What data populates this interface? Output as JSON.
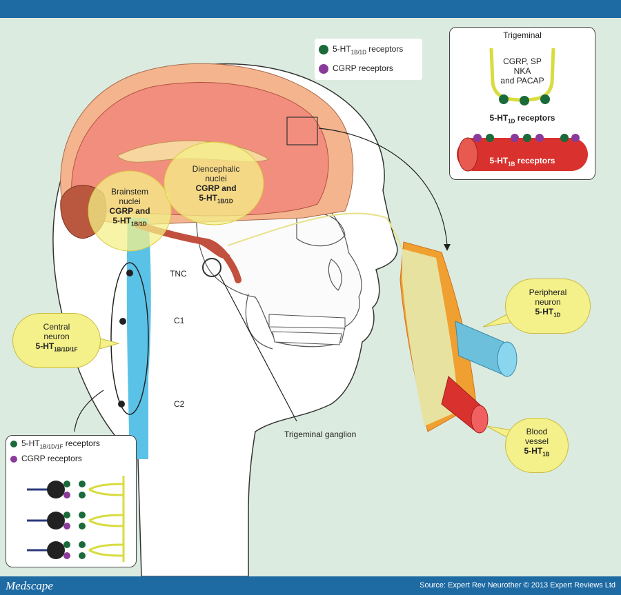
{
  "colors": {
    "header_bar": "#1e6aa3",
    "background": "#dcebdf",
    "receptor_5ht": "#1a6a3a",
    "receptor_cgrp": "#8a3a9a",
    "vessel": "#d9322e",
    "spinal_cord": "#5bc2e7",
    "callout": "#f4f08a"
  },
  "legend_top": {
    "item1": {
      "prefix": "5-HT",
      "sub": "1B/1D",
      "suffix": " receptors",
      "icon": "green-circle-icon"
    },
    "item2": {
      "text": "CGRP receptors",
      "icon": "purple-circle-icon"
    }
  },
  "inset_trigeminal": {
    "title": "Trigeminal",
    "l1": "CGRP, SP",
    "l2": "NKA",
    "l3": "and PACAP",
    "rec_prefix": "5-HT",
    "rec_sub": "1D",
    "rec_suffix": " receptors",
    "vessel_prefix": "5-HT",
    "vessel_sub": "1B",
    "vessel_suffix": " receptors"
  },
  "brain": {
    "brainstem": {
      "l1": "Brainstem",
      "l2": "nuclei",
      "l3": "CGRP and",
      "l4_prefix": "5-HT",
      "l4_sub": "1B/1D"
    },
    "diencephalic": {
      "l1": "Diencephalic",
      "l2": "nuclei",
      "l3": "CGRP and",
      "l4_prefix": "5-HT",
      "l4_sub": "1B/1D"
    }
  },
  "spinal_labels": {
    "tnc": "TNC",
    "c1": "C1",
    "c2": "C2"
  },
  "central_neuron": {
    "l1": "Central",
    "l2": "neuron",
    "l3_prefix": "5-HT",
    "l3_sub": "1B/1D/1F"
  },
  "peripheral_neuron": {
    "l1": "Peripheral",
    "l2": "neuron",
    "l3_prefix": "5-HT",
    "l3_sub": "1D"
  },
  "blood_vessel": {
    "l1": "Blood",
    "l2": "vessel",
    "l3_prefix": "5-HT",
    "l3_sub": "1B"
  },
  "ganglion_label": "Trigeminal ganglion",
  "legend_bottom": {
    "item1": {
      "prefix": "5-HT",
      "sub": "1B/1D/1F",
      "suffix": " receptors",
      "icon": "green-circle-icon"
    },
    "item2": {
      "text": "CGRP receptors",
      "icon": "purple-circle-icon"
    }
  },
  "footer": {
    "brand": "Medscape",
    "source": "Source: Expert Rev Neurother © 2013 Expert Reviews Ltd"
  }
}
